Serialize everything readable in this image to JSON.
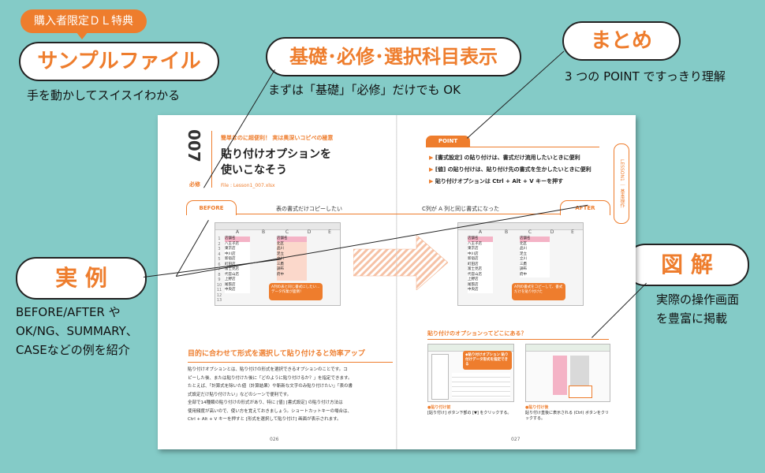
{
  "badge": "購入者限定ＤＬ特典",
  "callouts": {
    "sample": {
      "title": "サンプルファイル",
      "desc": "手を動かしてスイスイわかる"
    },
    "basic": {
      "title": "基礎･必修･選択科目表示",
      "desc": "まずは「基礎」「必修」だけでも OK"
    },
    "summary": {
      "title": "まとめ",
      "desc": "3 つの POINT ですっきり理解"
    },
    "example": {
      "title": "実 例",
      "desc1": "BEFORE/AFTER や",
      "desc2": "OK/NG、SUMMARY、",
      "desc3": "CASEなどの例を紹介"
    },
    "figure": {
      "title": "図 解",
      "desc1": "実際の操作画面",
      "desc2": "を豊富に掲載"
    }
  },
  "book": {
    "lesson_no": "007",
    "tag": "必修",
    "kicker": "簡単なのに超便利！ 実は奥深いコピペの極意",
    "title1": "貼り付けオプションを",
    "title2": "使いこなそう",
    "file": "File : Lesson1_007.xlsx",
    "point_label": "POINT",
    "points": [
      "[書式設定] の貼り付けは、書式だけ流用したいときに便利",
      "[値] の貼り付けは、貼り付け先の書式を生かしたいときに便利",
      "貼り付けオプションは Ctrl + Alt + V キーを押す"
    ],
    "side_tab": "LESSON1 ｜ 基本操作",
    "before": "BEFORE",
    "after": "AFTER",
    "before_caption": "表の書式だけコピーしたい",
    "after_caption": "C列が A 列と同じ書式になった",
    "before_note": "A列の表と同じ書式にしたい…データ作業が面倒！",
    "after_note": "A列の書式をコピーして、書式だけを貼り付けた",
    "section_title": "目的に合わせて形式を選択して貼り付けると効率アップ",
    "body": [
      "貼り付けオプションとは、貼り付けの形式を選択できるオプションのことです。コ",
      "ピーした後、または貼り付けた後に「どのように貼り付けるか？」を指定できます。",
      "たとえば、「計算式を除いた値（計算結果）や斬新な文字のみ貼り付けたい」「表の書",
      "式設定だけ貼り付けたい」などのシーンで便利です。",
      "全部で14種類の貼り付けの形式があり、特に [値] [書式設定] の貼り付け方法は",
      "使用頻度が高いので、使い方を覚えておきましょう。ショートカットキーの場合は、",
      "Ctrl + Alt + V キーを押すと [形式を選択して貼り付け] 画面が表示されます。"
    ],
    "where_title": "貼り付けのオプションってどこにある？",
    "opt_popup": "◆貼り付けオプション 貼り付けデータ形式を指定できる",
    "cap1_title": "●貼り付け前",
    "cap1_text": "[貼り付け] ボタン下部の [▼] をクリックする。",
    "cap2_title": "●貼り付け後",
    "cap2_text": "貼り付け直後に表示される (Ctrl) ボタンをクリックする。",
    "page_left": "026",
    "page_right": "027",
    "col_letters": [
      "A",
      "B",
      "C",
      "D",
      "E"
    ],
    "rows": [
      "1",
      "2",
      "3",
      "4",
      "5",
      "6",
      "7",
      "8",
      "9",
      "10",
      "11",
      "12",
      "13"
    ],
    "list_a": [
      "店舗名",
      "八王子店",
      "東京店",
      "中川店",
      "新宿店",
      "町田店",
      "富士見店",
      "代官山店",
      "上野店",
      "尾張店",
      "中央店"
    ],
    "list_c": [
      "店舗名",
      "北区",
      "品川",
      "足立",
      "立川",
      "三鷹",
      "調布",
      "府中"
    ]
  }
}
